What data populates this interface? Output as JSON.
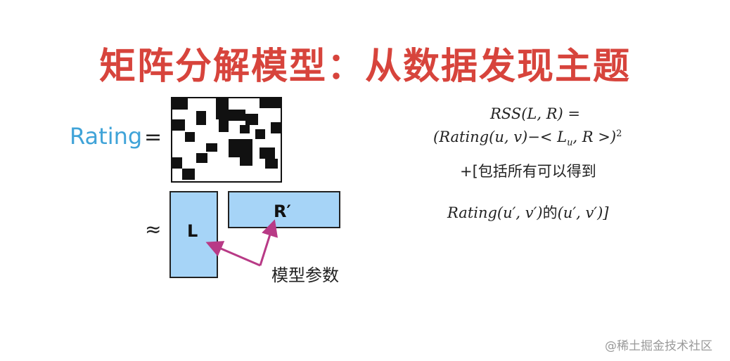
{
  "title": "矩阵分解模型：从数据发现主题",
  "diagram": {
    "rating_label": "Rating",
    "equals_sign": "=",
    "approx_sign": "≈",
    "matrix_left_label": "L",
    "matrix_right_label": "R′",
    "params_label": "模型参数",
    "arrow_color": "#b83a86",
    "box_color": "#a6d4f7"
  },
  "formula": {
    "line1": "RSS(L, R) =",
    "line2_prefix": "(Rating(u, v)−< L",
    "line2_sub": "u",
    "line2_mid": ", R",
    "line2_suffix": " >)",
    "line2_exp": "2",
    "line3": "+[包括所有可以得到",
    "line4_a": "Rating(u′, v′)",
    "line4_b": "的",
    "line4_c": "(u′, v′)]"
  },
  "watermark": "@稀土掘金技术社区"
}
